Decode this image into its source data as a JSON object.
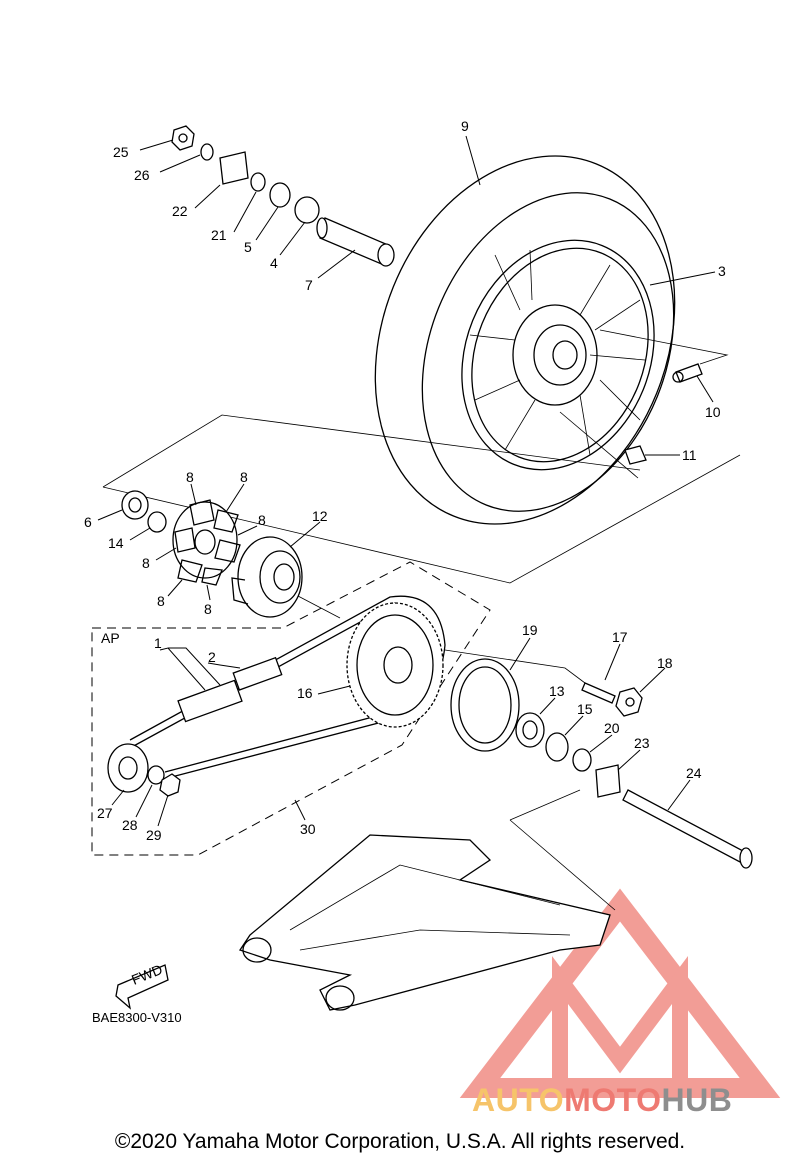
{
  "parts": [
    {
      "id": "25"
    },
    {
      "id": "26"
    },
    {
      "id": "22"
    },
    {
      "id": "21"
    },
    {
      "id": "5"
    },
    {
      "id": "4"
    },
    {
      "id": "7"
    },
    {
      "id": "9"
    },
    {
      "id": "3"
    },
    {
      "id": "10"
    },
    {
      "id": "11"
    },
    {
      "id": "6"
    },
    {
      "id": "14"
    },
    {
      "id": "8a",
      "label": "8"
    },
    {
      "id": "8b",
      "label": "8"
    },
    {
      "id": "8c",
      "label": "8"
    },
    {
      "id": "8d",
      "label": "8"
    },
    {
      "id": "8e",
      "label": "8"
    },
    {
      "id": "8f",
      "label": "8"
    },
    {
      "id": "12"
    },
    {
      "id": "1"
    },
    {
      "id": "2"
    },
    {
      "id": "16"
    },
    {
      "id": "19"
    },
    {
      "id": "17"
    },
    {
      "id": "18"
    },
    {
      "id": "13"
    },
    {
      "id": "15"
    },
    {
      "id": "20"
    },
    {
      "id": "23"
    },
    {
      "id": "24"
    },
    {
      "id": "27"
    },
    {
      "id": "28"
    },
    {
      "id": "29"
    },
    {
      "id": "30"
    }
  ],
  "labels": {
    "p25": "25",
    "p26": "26",
    "p22": "22",
    "p21": "21",
    "p5": "5",
    "p4": "4",
    "p7": "7",
    "p9": "9",
    "p3": "3",
    "p10": "10",
    "p11": "11",
    "p6": "6",
    "p14": "14",
    "p8": "8",
    "p12": "12",
    "p1": "1",
    "p2": "2",
    "p16": "16",
    "p19": "19",
    "p17": "17",
    "p18": "18",
    "p13": "13",
    "p15": "15",
    "p20": "20",
    "p23": "23",
    "p24": "24",
    "p27": "27",
    "p28": "28",
    "p29": "29",
    "p30": "30",
    "ap": "AP",
    "fwd": "FWD"
  },
  "diagram_code": "BAE8300-V310",
  "watermark": {
    "part1": "AUTO",
    "part2": "MOTO",
    "part3": "HUB",
    "colors": {
      "auto": "#f6c46a",
      "moto": "#ee7a72",
      "hub": "#8e8e8e",
      "triangle": "#f08c84"
    }
  },
  "copyright": "©2020 Yamaha Motor Corporation, U.S.A. All rights reserved."
}
